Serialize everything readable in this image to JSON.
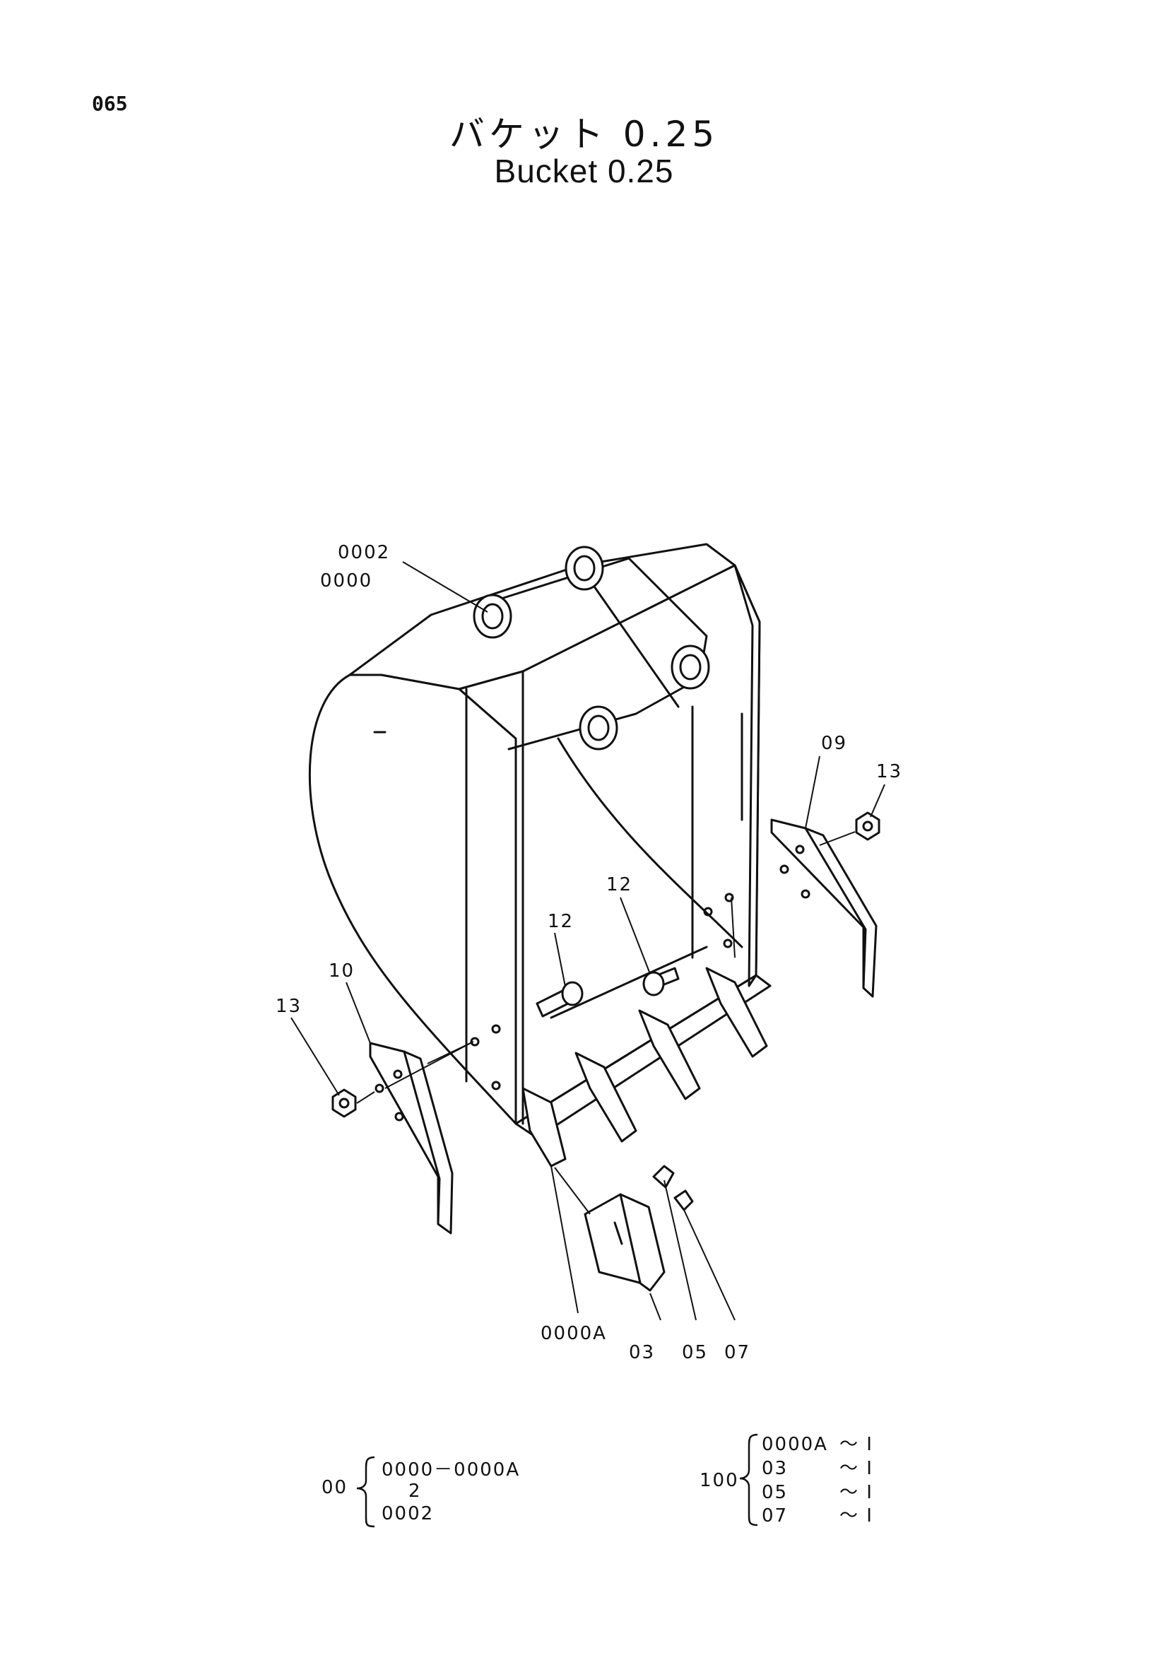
{
  "page": {
    "number": "065"
  },
  "title": {
    "ja": "バケット 0.25",
    "en": "Bucket 0.25"
  },
  "callouts": {
    "c0002": "0002",
    "c0000": "0000",
    "c09": "09",
    "c13_right": "13",
    "c12_right": "12",
    "c12_left": "12",
    "c10": "10",
    "c13_left": "13",
    "c0000A": "0000A",
    "c03": "03",
    "c05": "05",
    "c07": "07"
  },
  "legend": {
    "group00": {
      "key": "00",
      "rows": [
        "0000－0000A",
        "2",
        "0002"
      ]
    },
    "group100": {
      "key": "100",
      "rows": [
        {
          "part": "0000A",
          "qty": "～ I"
        },
        {
          "part": "03",
          "qty": "～ I"
        },
        {
          "part": "05",
          "qty": "～ I"
        },
        {
          "part": "07",
          "qty": "～ I"
        }
      ]
    }
  }
}
